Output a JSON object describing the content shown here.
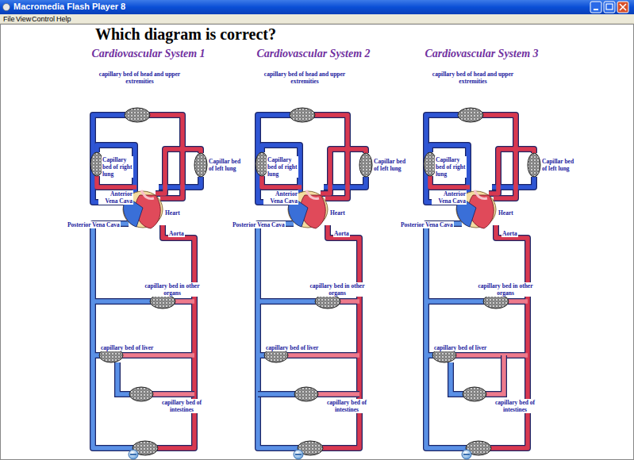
{
  "diagram": {
    "title": "Which diagram is correct?",
    "labels": [
      "Macromedia Flash Player 8",
      "File",
      "View",
      "Control",
      "Help",
      "Cardiovascular System 1",
      "capillary bed of head and upper extremities",
      "Capillary bed of right lung",
      "Capillar bed of left lung",
      "Anterior Vena Cava",
      "Heart",
      "Posterior Vena Cava",
      "Aorta",
      "capillary bed in other organs",
      "capillary bed of liver",
      "capillary bed of intestines",
      "Cardiovascular System 2",
      "capillary bed of head and upper extremities",
      "Capillary bed of right lung",
      "Capillar bed of left lung",
      "Anterior Vena Cava",
      "Heart",
      "Posterior Vena Cava",
      "Aorta",
      "capillary bed in other organs",
      "capillary bed of liver",
      "capillary bed of intestines",
      "Cardiovascular System 3",
      "capillary bed of head and upper extremities",
      "Capillary bed of right lung",
      "Capillar bed of left lung",
      "Anterior Vena Cava",
      "Heart",
      "Posterior Vena Cava",
      "Aorta",
      "capillary bed in other organs",
      "capillary bed of liver",
      "capillary bed of intestines"
    ]
  }
}
